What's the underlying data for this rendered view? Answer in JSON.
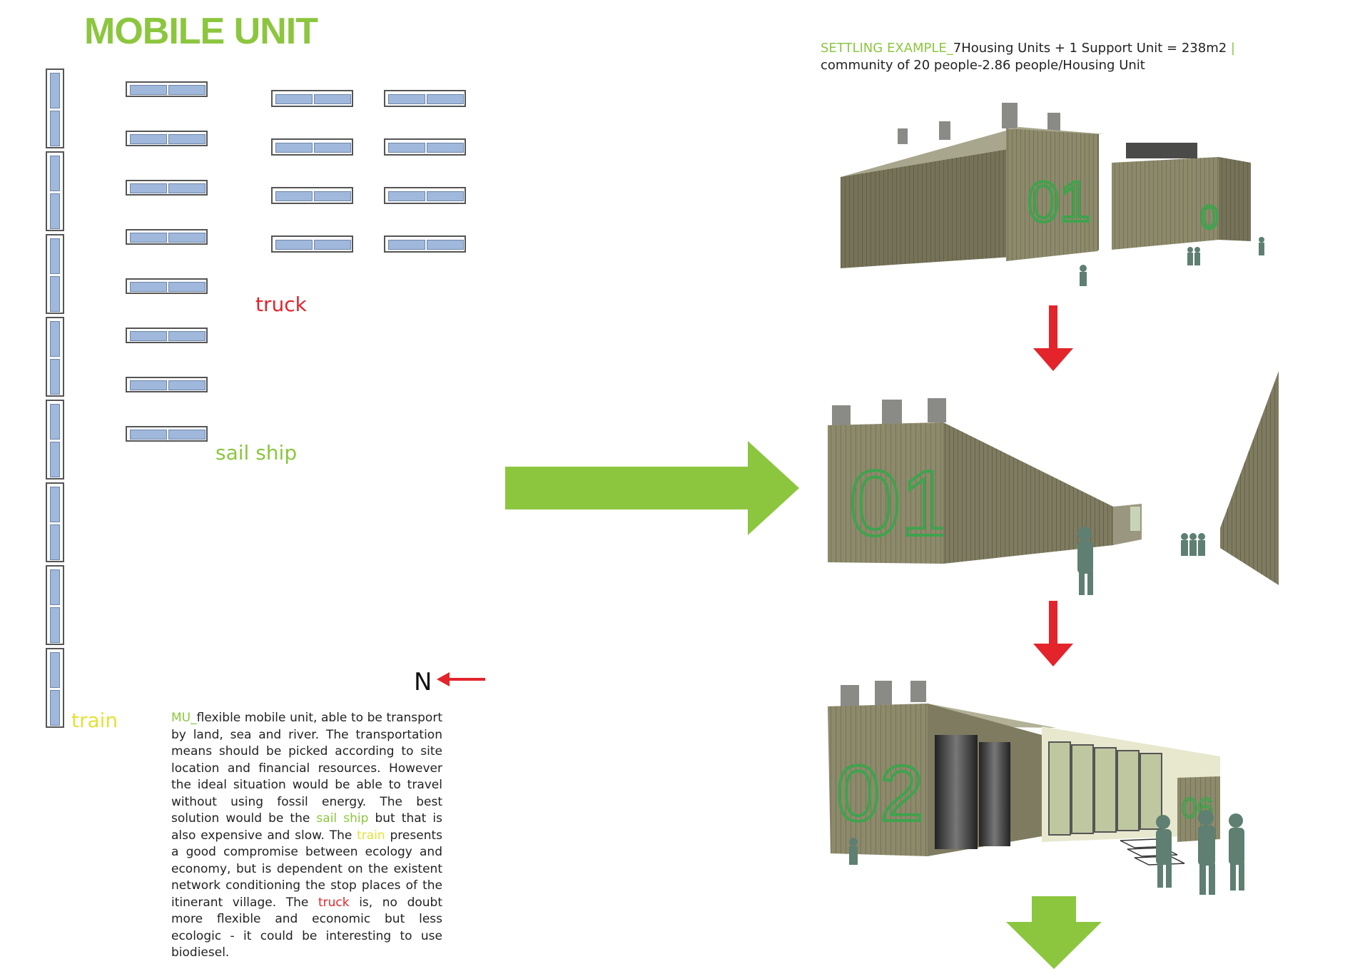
{
  "title": "MOBILE UNIT",
  "settling": {
    "prefix": "SETTLING EXAMPLE_",
    "text1": "7Housing Units + 1 Support Unit = 238m2 ",
    "separator": "|",
    "text2": " community of 20 people-2.86 people/Housing Unit"
  },
  "labels": {
    "truck": "truck",
    "sail_ship": "sail ship",
    "train": "train",
    "north": "N"
  },
  "description": {
    "prefix": "MU_",
    "part1": "flexible mobile unit, able to be transport by land, sea and river. The transportation means should be picked according to site location and financial resources. However the ideal situation would be able to travel without using fossil energy. The best solution would be the ",
    "sail_ship": "sail ship",
    "part2": " but that is also expensive and slow. The ",
    "train": "train",
    "part3": " presents a good compromise between ecology and economy, but is dependent on the existent network conditioning the stop places of the itinerant village. The ",
    "truck": "truck",
    "part4": " is, no doubt more flexible and economic but less ecologic - it could be interesting to use biodiesel."
  },
  "renders": {
    "unit_01": "01",
    "unit_02": "02",
    "unit_06": "06"
  },
  "colors": {
    "green": "#8cc63f",
    "yellow": "#e2e23a",
    "red": "#e3242b",
    "container": "#8d8a6c",
    "container_dark": "#6d6a52",
    "figure": "#5e7f72"
  }
}
